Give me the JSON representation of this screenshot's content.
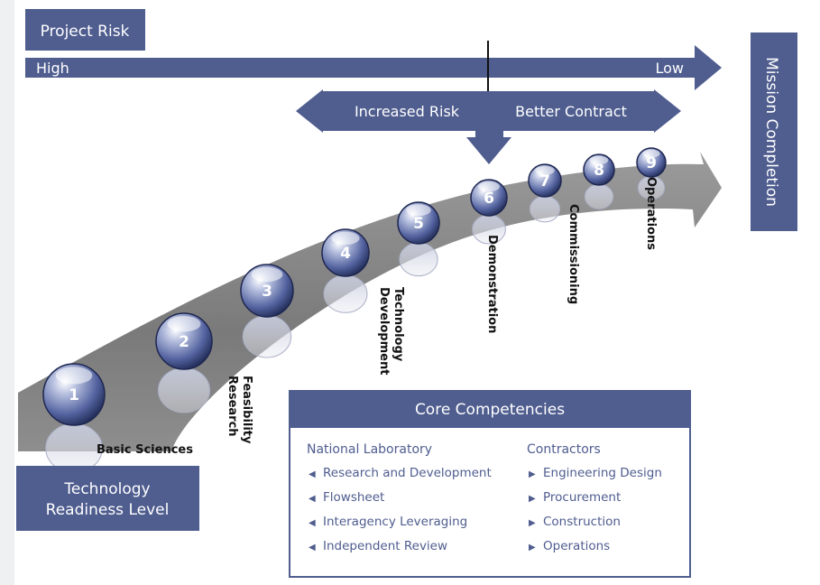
{
  "project_risk": {
    "title": "Project Risk",
    "high": "High",
    "low": "Low"
  },
  "risk_split": {
    "left": "Increased Risk",
    "right": "Better Contract"
  },
  "mission_completion": "Mission Completion",
  "trl_box": {
    "line1": "Technology",
    "line2": "Readiness Level"
  },
  "balls": [
    "1",
    "2",
    "3",
    "4",
    "5",
    "6",
    "7",
    "8",
    "9"
  ],
  "stages": {
    "basic": "Basic Sciences",
    "feasibility_1": "Feasibility",
    "feasibility_2": "Research",
    "techdev_1": "Technology",
    "techdev_2": "Development",
    "demonstration": "Demonstration",
    "commissioning": "Commissioning",
    "operations": "Operations"
  },
  "core": {
    "title": "Core Competencies",
    "left_heading": "National Laboratory",
    "left_items": [
      "Research and Development",
      "Flowsheet",
      "Interagency Leveraging",
      "Independent Review"
    ],
    "right_heading": "Contractors",
    "right_items": [
      "Engineering Design",
      "Procurement",
      "Construction",
      "Operations"
    ]
  },
  "colors": {
    "accent": "#4f5d8f",
    "ramp": "#8a8a8a",
    "ball": "#5f6ea8"
  }
}
